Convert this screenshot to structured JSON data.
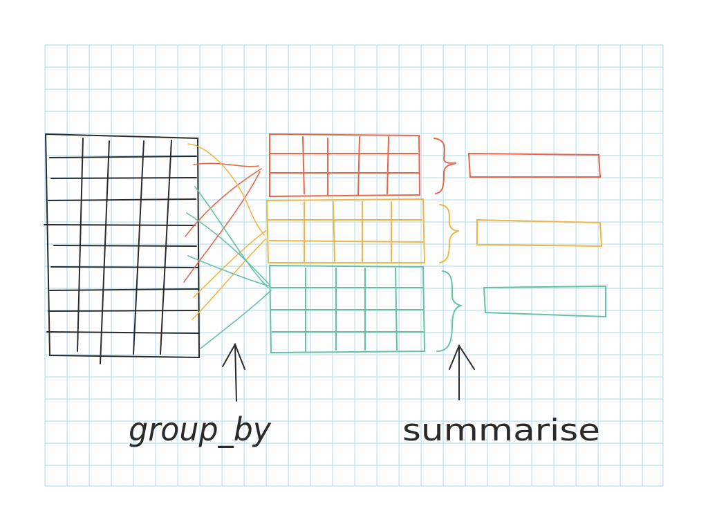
{
  "colors": {
    "background": "#ffffff",
    "grid": "#a8dbe4",
    "ink": "#2a2a2a",
    "group_red": "#e8654b",
    "group_yellow": "#eeb547",
    "group_teal": "#62c1a9"
  },
  "labels": {
    "group_by": "group_by",
    "summarise": "summarise"
  },
  "groups": [
    {
      "id": "red",
      "color_key": "group_red",
      "rows": 3,
      "cols": 5
    },
    {
      "id": "yellow",
      "color_key": "group_yellow",
      "rows": 3,
      "cols": 5
    },
    {
      "id": "teal",
      "color_key": "group_teal",
      "rows": 4,
      "cols": 5
    }
  ],
  "source_table": {
    "rows": 10,
    "cols": 5
  }
}
